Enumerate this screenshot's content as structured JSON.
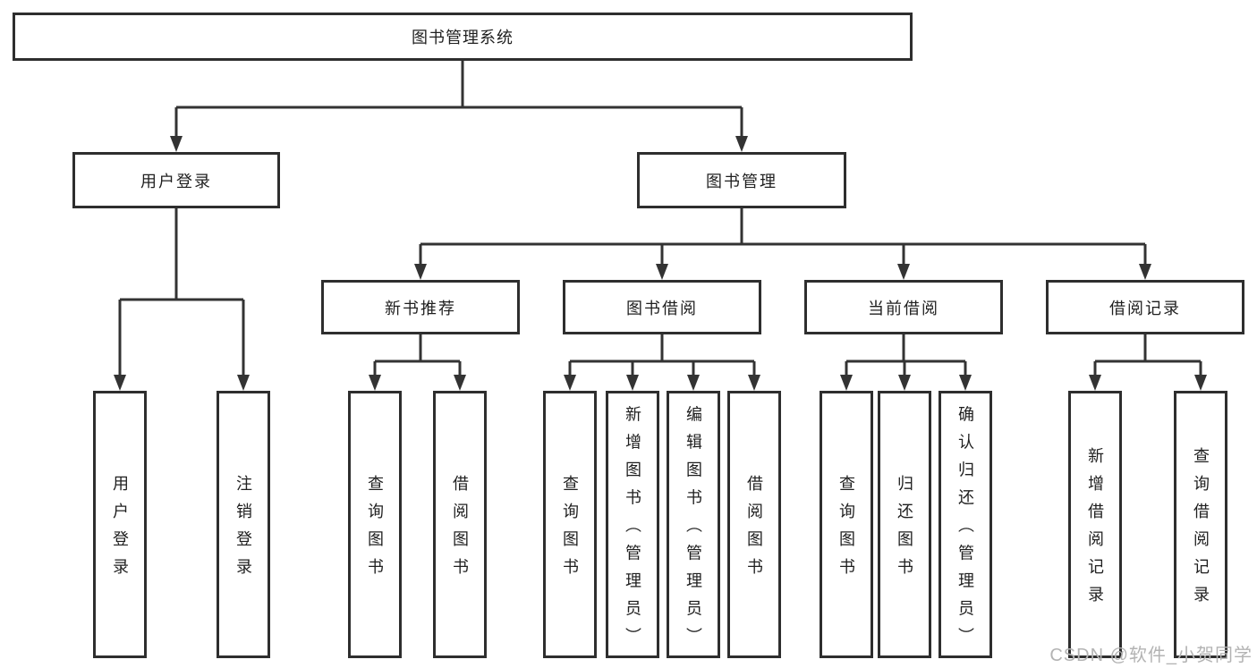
{
  "tree": {
    "root": {
      "label": "图书管理系统",
      "children": [
        {
          "label": "用户登录",
          "children": [
            {
              "label": "用户登录"
            },
            {
              "label": "注销登录"
            }
          ]
        },
        {
          "label": "图书管理",
          "children": [
            {
              "label": "新书推荐",
              "children": [
                {
                  "label": "查询图书"
                },
                {
                  "label": "借阅图书"
                }
              ]
            },
            {
              "label": "图书借阅",
              "children": [
                {
                  "label": "查询图书"
                },
                {
                  "label": "新增图书（管理员）"
                },
                {
                  "label": "编辑图书（管理员）"
                },
                {
                  "label": "借阅图书"
                }
              ]
            },
            {
              "label": "当前借阅",
              "children": [
                {
                  "label": "查询图书"
                },
                {
                  "label": "归还图书"
                },
                {
                  "label": "确认归还（管理员）"
                }
              ]
            },
            {
              "label": "借阅记录",
              "children": [
                {
                  "label": "新增借阅记录"
                },
                {
                  "label": "查询借阅记录"
                }
              ]
            }
          ]
        }
      ]
    }
  },
  "watermark": {
    "text": "CSDN @软件_小贺同学"
  },
  "colors": {
    "line": "#333333",
    "border": "#2e2e2e",
    "ink": "#1f1f1f",
    "watermark": "#b3b3b3"
  }
}
